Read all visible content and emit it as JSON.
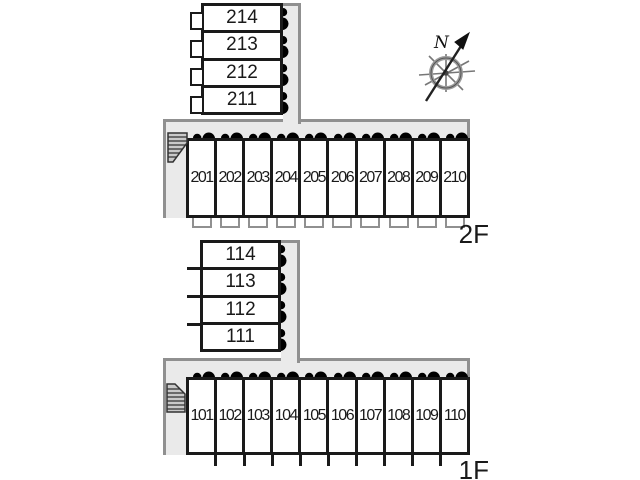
{
  "diagram": {
    "type": "apartment-floor-plan",
    "compass": {
      "label": "N"
    },
    "floors": [
      {
        "label": "2F",
        "wing_rooms": [
          "214",
          "213",
          "212",
          "211"
        ],
        "row_rooms": [
          "201",
          "202",
          "203",
          "204",
          "205",
          "206",
          "207",
          "208",
          "209",
          "210"
        ]
      },
      {
        "label": "1F",
        "wing_rooms": [
          "114",
          "113",
          "112",
          "111"
        ],
        "row_rooms": [
          "101",
          "102",
          "103",
          "104",
          "105",
          "106",
          "107",
          "108",
          "109",
          "110"
        ]
      }
    ]
  },
  "colors": {
    "background": "#ffffff",
    "corridor_fill": "#eaeaea",
    "corridor_border": "#909090",
    "wall": "#1a1a1a",
    "door_stroke": "#4a4a4a",
    "text": "#1a1a1a"
  }
}
